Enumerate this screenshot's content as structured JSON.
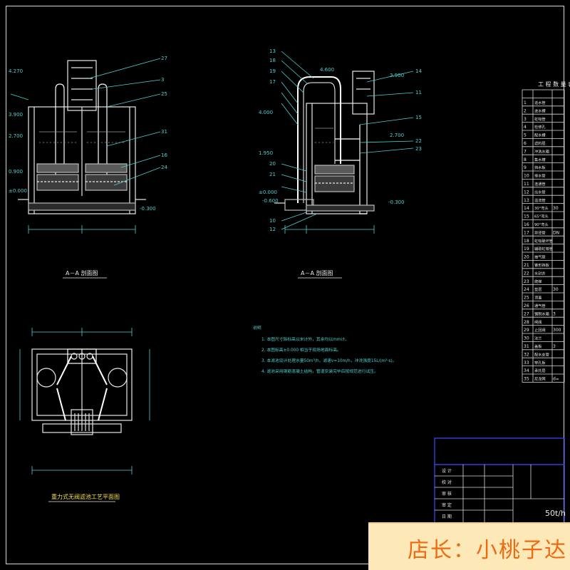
{
  "views": {
    "section_left_title": "A－A 剖面图",
    "section_right_title": "A－A 剖面图",
    "plan_title": "重力式无阀滤池工艺平面图",
    "left_elevations": [
      "4.270",
      "3.900",
      "2.700",
      "0.900",
      "±0.000"
    ],
    "left_low_elevation": "-0.300",
    "right_elevations": [
      "4.600",
      "3.900",
      "2.700",
      "4.000",
      "1.950",
      "±0.000",
      "-0.300",
      "-0.600"
    ],
    "left_callouts": [
      "27",
      "3",
      "25",
      "31",
      "16",
      "24"
    ],
    "right_callouts": [
      "14",
      "11",
      "15",
      "22",
      "23",
      "13",
      "18",
      "19",
      "17",
      "20",
      "21",
      "10",
      "12"
    ]
  },
  "notes": {
    "heading": "说明",
    "lines": [
      "1. 本图尺寸除标高以米计外，其余均以mm计。",
      "2. 本图标高±0.000 相当于现场地面标高。",
      "3. 本滤池设计处理水量50m³/h，滤速v=10m/h，冲洗强度15L/(m²·s)。",
      "4. 滤池采用钢筋混凝土结构，管道安装完毕后按规范进行试压。"
    ]
  },
  "material_table": {
    "title": "工 程 数 量 表",
    "rows": [
      {
        "no": "1",
        "name": "进水管"
      },
      {
        "no": "2",
        "name": "进水槽"
      },
      {
        "no": "3",
        "name": "虹吸管"
      },
      {
        "no": "4",
        "name": "检修孔"
      },
      {
        "no": "5",
        "name": "配水槽"
      },
      {
        "no": "6",
        "name": "滤料层"
      },
      {
        "no": "7",
        "name": "冲洗水箱"
      },
      {
        "no": "8",
        "name": "集水槽"
      },
      {
        "no": "9",
        "name": "挡水板"
      },
      {
        "no": "10",
        "name": "排水管"
      },
      {
        "no": "11",
        "name": "连通管"
      },
      {
        "no": "12",
        "name": "出水管"
      },
      {
        "no": "13",
        "name": "溢流管"
      },
      {
        "no": "14",
        "name": "30°弯头"
      },
      {
        "no": "15",
        "name": "65°弯头"
      },
      {
        "no": "16",
        "name": "90°弯头"
      },
      {
        "no": "17",
        "name": "异径管"
      },
      {
        "no": "18",
        "name": "虹吸破坏管"
      },
      {
        "no": "19",
        "name": "辅助虹吸管"
      },
      {
        "no": "20",
        "name": "抽气管"
      },
      {
        "no": "21",
        "name": "锥形挡板"
      },
      {
        "no": "22",
        "name": "水封井"
      },
      {
        "no": "23",
        "name": "爬梯"
      },
      {
        "no": "24",
        "name": "垫层"
      },
      {
        "no": "25",
        "name": "顶盖"
      },
      {
        "no": "26",
        "name": "通气管"
      },
      {
        "no": "27",
        "name": "钢制水箱"
      },
      {
        "no": "28",
        "name": "闸阀"
      },
      {
        "no": "29",
        "name": "止回阀"
      },
      {
        "no": "30",
        "name": "法兰"
      },
      {
        "no": "31",
        "name": "盖板"
      },
      {
        "no": "32",
        "name": "配水支管"
      },
      {
        "no": "33",
        "name": "穿孔板"
      },
      {
        "no": "34",
        "name": "承托层"
      },
      {
        "no": "35",
        "name": "尼龙网"
      }
    ],
    "spec_partial": {
      "14": "30",
      "17": "DN",
      "24": "30",
      "27": "3",
      "29": "300",
      "31": "3",
      "35": "d="
    }
  },
  "title_block": {
    "row_labels": [
      "设 计",
      "校 对",
      "审 核",
      "审 定",
      "日 期"
    ],
    "project_text": "50t/h"
  },
  "shop_banner": "店长：小桃子达"
}
